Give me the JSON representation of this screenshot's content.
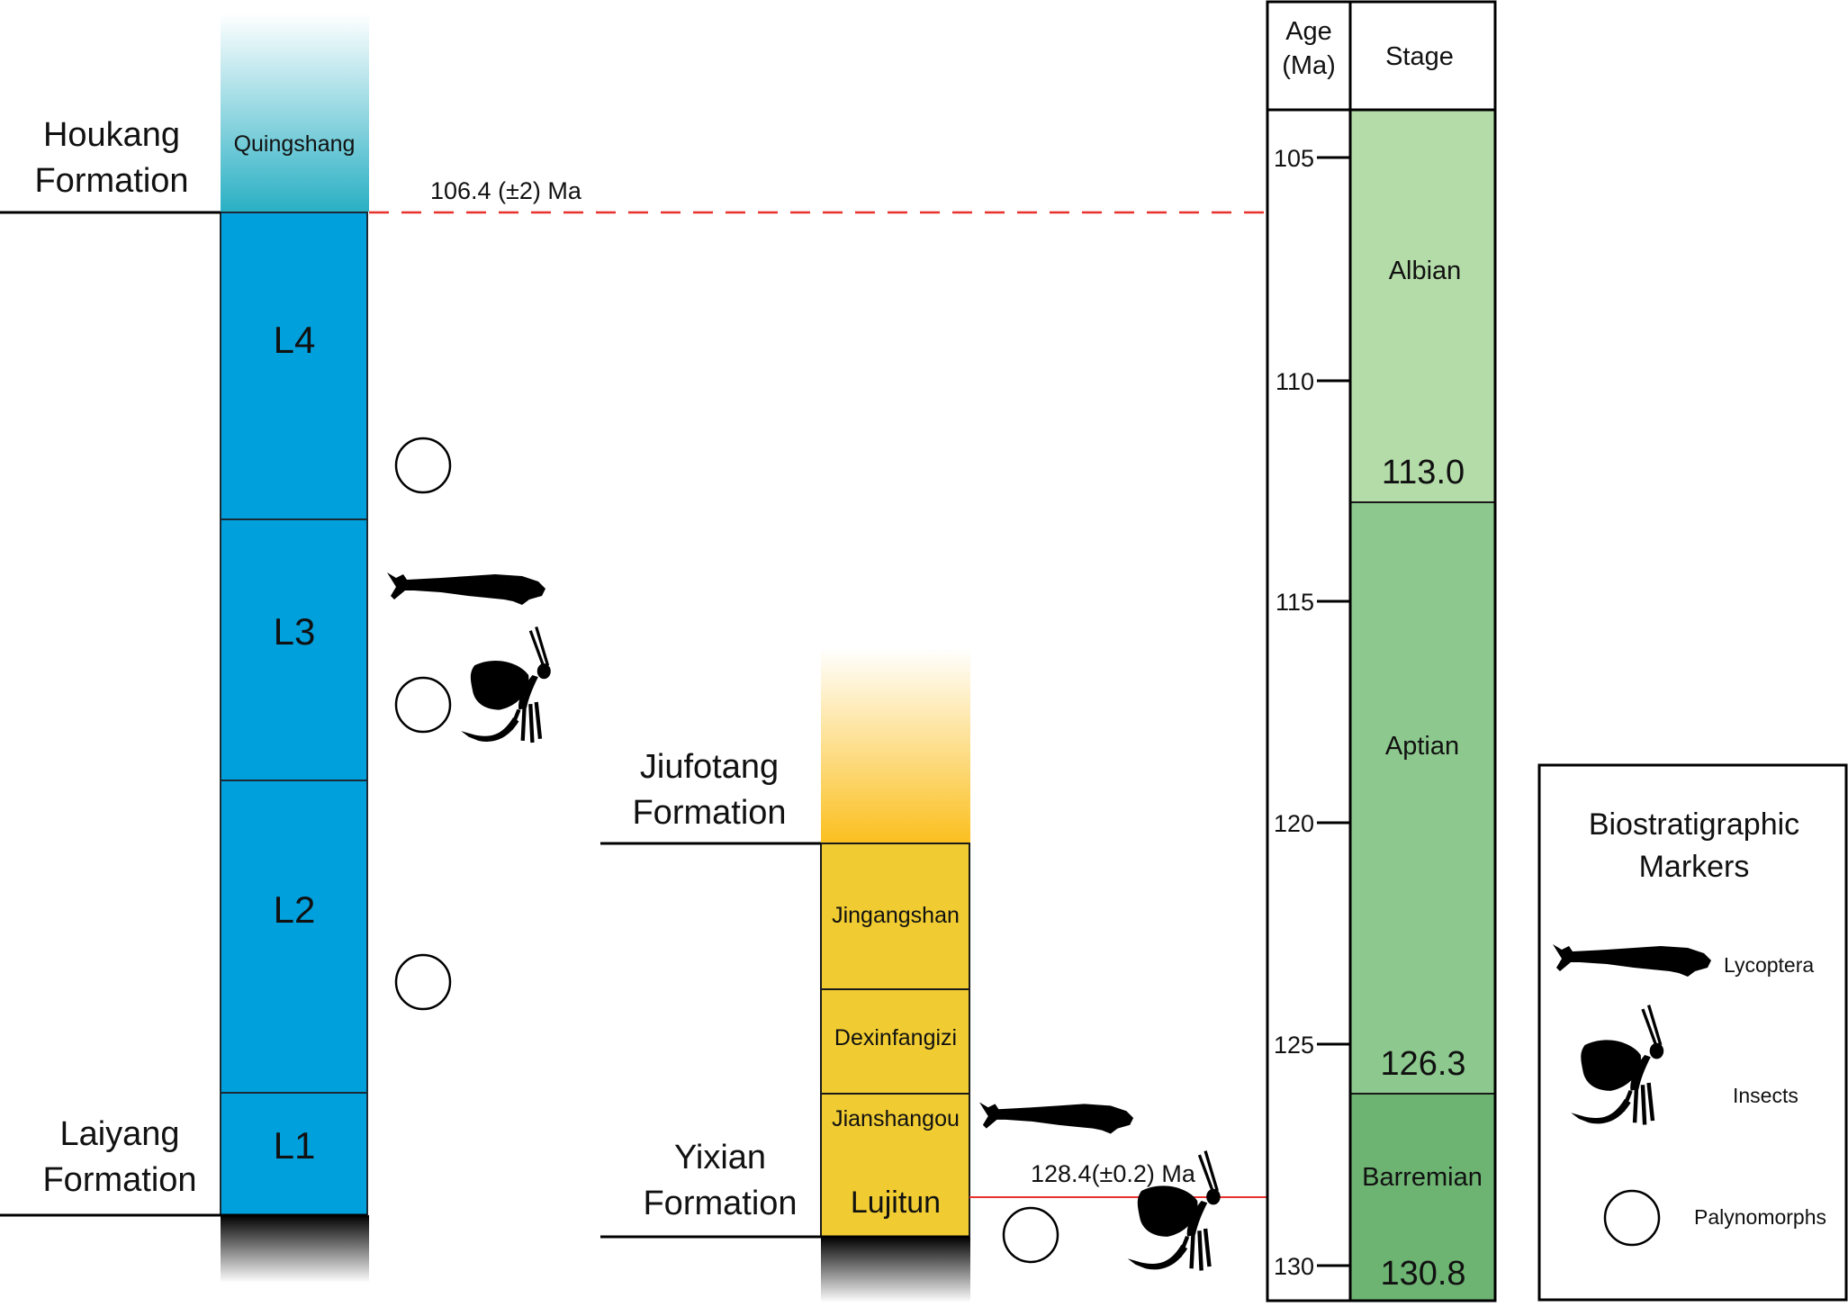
{
  "left_column": {
    "formation_top": [
      "Houkang",
      "Formation"
    ],
    "formation_bottom": [
      "Laiyang",
      "Formation"
    ],
    "top_unit": "Quingshang",
    "members": [
      "L4",
      "L3",
      "L2",
      "L1"
    ],
    "date_label": "106.4 (±2) Ma",
    "colors": {
      "members": "#00a0dc",
      "top_gradient": "#2ab0c4"
    }
  },
  "middle_column": {
    "formation_top": [
      "Jiufotang",
      "Formation"
    ],
    "formation_bottom": [
      "Yixian",
      "Formation"
    ],
    "members": [
      "Jingangshan",
      "Dexinfangizi",
      "Jianshangou",
      "Lujitun"
    ],
    "date_label": "128.4(±0.2) Ma",
    "colors": {
      "members": "#f0cc32",
      "top_gradient": "#fbbf1e"
    }
  },
  "timescale": {
    "header_age": [
      "Age",
      "(Ma)"
    ],
    "header_stage": "Stage",
    "ticks": [
      "105",
      "110",
      "115",
      "120",
      "125",
      "130"
    ],
    "stages": [
      {
        "name": "Albian",
        "base_label": "113.0",
        "color": "#b4dca8"
      },
      {
        "name": "Aptian",
        "base_label": "126.3",
        "color": "#8dc98e"
      },
      {
        "name": "Barremian",
        "base_label": "130.8",
        "color": "#6db472"
      }
    ]
  },
  "legend": {
    "title": [
      "Biostratigraphic",
      "Markers"
    ],
    "items": [
      {
        "label": "Lycoptera",
        "icon": "fish-icon"
      },
      {
        "label": "Insects",
        "icon": "insect-icon"
      },
      {
        "label": "Palynomorphs",
        "icon": "circle-icon"
      }
    ]
  },
  "colors": {
    "correlation_line": "#e8312d"
  }
}
